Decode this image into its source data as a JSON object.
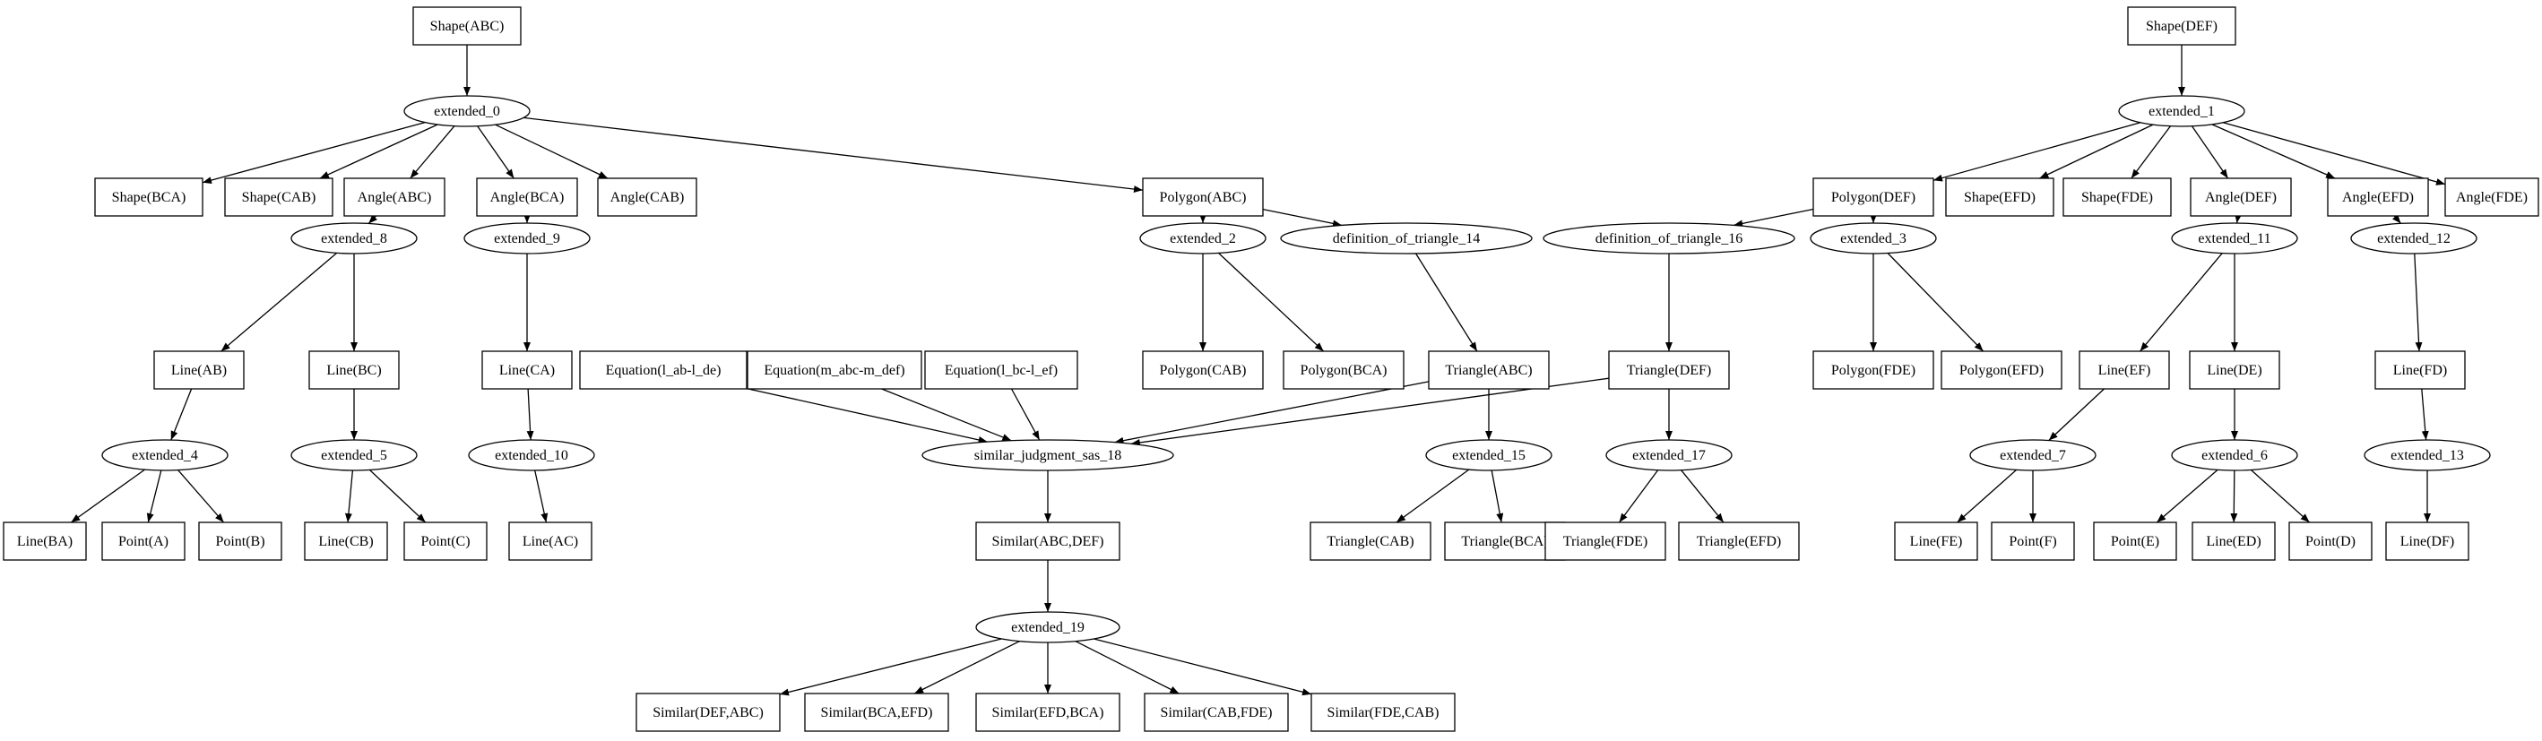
{
  "nodes": [
    {
      "id": "n0",
      "label": "Shape(ABC)",
      "kind": "box"
    },
    {
      "id": "n1",
      "label": "extended_0",
      "kind": "ellipse"
    },
    {
      "id": "n2",
      "label": "Shape(BCA)",
      "kind": "box"
    },
    {
      "id": "n3",
      "label": "Shape(CAB)",
      "kind": "box"
    },
    {
      "id": "n4",
      "label": "Angle(ABC)",
      "kind": "box"
    },
    {
      "id": "n5",
      "label": "Angle(BCA)",
      "kind": "box"
    },
    {
      "id": "n6",
      "label": "Angle(CAB)",
      "kind": "box"
    },
    {
      "id": "n7",
      "label": "Polygon(ABC)",
      "kind": "box"
    },
    {
      "id": "n8",
      "label": "extended_8",
      "kind": "ellipse"
    },
    {
      "id": "n9",
      "label": "extended_9",
      "kind": "ellipse"
    },
    {
      "id": "n10",
      "label": "extended_2",
      "kind": "ellipse"
    },
    {
      "id": "n11",
      "label": "definition_of_triangle_14",
      "kind": "ellipse"
    },
    {
      "id": "n12",
      "label": "Line(AB)",
      "kind": "box"
    },
    {
      "id": "n13",
      "label": "Line(BC)",
      "kind": "box"
    },
    {
      "id": "n14",
      "label": "Line(CA)",
      "kind": "box"
    },
    {
      "id": "n15",
      "label": "Equation(l_ab-l_de)",
      "kind": "box"
    },
    {
      "id": "n16",
      "label": "Equation(m_abc-m_def)",
      "kind": "box"
    },
    {
      "id": "n17",
      "label": "Equation(l_bc-l_ef)",
      "kind": "box"
    },
    {
      "id": "n18",
      "label": "Polygon(CAB)",
      "kind": "box"
    },
    {
      "id": "n19",
      "label": "Polygon(BCA)",
      "kind": "box"
    },
    {
      "id": "n20",
      "label": "Triangle(ABC)",
      "kind": "box"
    },
    {
      "id": "n21",
      "label": "extended_4",
      "kind": "ellipse"
    },
    {
      "id": "n22",
      "label": "extended_5",
      "kind": "ellipse"
    },
    {
      "id": "n23",
      "label": "extended_10",
      "kind": "ellipse"
    },
    {
      "id": "n24",
      "label": "similar_judgment_sas_18",
      "kind": "ellipse"
    },
    {
      "id": "n25",
      "label": "extended_15",
      "kind": "ellipse"
    },
    {
      "id": "n26",
      "label": "Line(BA)",
      "kind": "box"
    },
    {
      "id": "n27",
      "label": "Point(A)",
      "kind": "box"
    },
    {
      "id": "n28",
      "label": "Point(B)",
      "kind": "box"
    },
    {
      "id": "n29",
      "label": "Line(CB)",
      "kind": "box"
    },
    {
      "id": "n30",
      "label": "Point(C)",
      "kind": "box"
    },
    {
      "id": "n31",
      "label": "Line(AC)",
      "kind": "box"
    },
    {
      "id": "n32",
      "label": "Similar(ABC,DEF)",
      "kind": "box"
    },
    {
      "id": "n33",
      "label": "Triangle(CAB)",
      "kind": "box"
    },
    {
      "id": "n34",
      "label": "Triangle(BCA)",
      "kind": "box"
    },
    {
      "id": "n35",
      "label": "extended_19",
      "kind": "ellipse"
    },
    {
      "id": "n36",
      "label": "Similar(DEF,ABC)",
      "kind": "box"
    },
    {
      "id": "n37",
      "label": "Similar(BCA,EFD)",
      "kind": "box"
    },
    {
      "id": "n38",
      "label": "Similar(EFD,BCA)",
      "kind": "box"
    },
    {
      "id": "n39",
      "label": "Similar(CAB,FDE)",
      "kind": "box"
    },
    {
      "id": "n40",
      "label": "Similar(FDE,CAB)",
      "kind": "box"
    },
    {
      "id": "n41",
      "label": "Shape(DEF)",
      "kind": "box"
    },
    {
      "id": "n42",
      "label": "extended_1",
      "kind": "ellipse"
    },
    {
      "id": "n43",
      "label": "Polygon(DEF)",
      "kind": "box"
    },
    {
      "id": "n44",
      "label": "Shape(EFD)",
      "kind": "box"
    },
    {
      "id": "n45",
      "label": "Shape(FDE)",
      "kind": "box"
    },
    {
      "id": "n46",
      "label": "Angle(DEF)",
      "kind": "box"
    },
    {
      "id": "n47",
      "label": "Angle(EFD)",
      "kind": "box"
    },
    {
      "id": "n48",
      "label": "Angle(FDE)",
      "kind": "box"
    },
    {
      "id": "n49",
      "label": "definition_of_triangle_16",
      "kind": "ellipse"
    },
    {
      "id": "n50",
      "label": "extended_3",
      "kind": "ellipse"
    },
    {
      "id": "n51",
      "label": "extended_11",
      "kind": "ellipse"
    },
    {
      "id": "n52",
      "label": "extended_12",
      "kind": "ellipse"
    },
    {
      "id": "n53",
      "label": "Triangle(DEF)",
      "kind": "box"
    },
    {
      "id": "n54",
      "label": "Polygon(FDE)",
      "kind": "box"
    },
    {
      "id": "n55",
      "label": "Polygon(EFD)",
      "kind": "box"
    },
    {
      "id": "n56",
      "label": "Line(EF)",
      "kind": "box"
    },
    {
      "id": "n57",
      "label": "Line(DE)",
      "kind": "box"
    },
    {
      "id": "n58",
      "label": "Line(FD)",
      "kind": "box"
    },
    {
      "id": "n59",
      "label": "extended_17",
      "kind": "ellipse"
    },
    {
      "id": "n60",
      "label": "extended_7",
      "kind": "ellipse"
    },
    {
      "id": "n61",
      "label": "extended_6",
      "kind": "ellipse"
    },
    {
      "id": "n62",
      "label": "extended_13",
      "kind": "ellipse"
    },
    {
      "id": "n63",
      "label": "Triangle(FDE)",
      "kind": "box"
    },
    {
      "id": "n64",
      "label": "Triangle(EFD)",
      "kind": "box"
    },
    {
      "id": "n65",
      "label": "Line(FE)",
      "kind": "box"
    },
    {
      "id": "n66",
      "label": "Point(F)",
      "kind": "box"
    },
    {
      "id": "n67",
      "label": "Point(E)",
      "kind": "box"
    },
    {
      "id": "n68",
      "label": "Line(ED)",
      "kind": "box"
    },
    {
      "id": "n69",
      "label": "Point(D)",
      "kind": "box"
    },
    {
      "id": "n70",
      "label": "Line(DF)",
      "kind": "box"
    }
  ],
  "edges": [
    [
      "n0",
      "n1"
    ],
    [
      "n1",
      "n2"
    ],
    [
      "n1",
      "n3"
    ],
    [
      "n1",
      "n4"
    ],
    [
      "n1",
      "n5"
    ],
    [
      "n1",
      "n6"
    ],
    [
      "n1",
      "n7"
    ],
    [
      "n4",
      "n8"
    ],
    [
      "n5",
      "n9"
    ],
    [
      "n7",
      "n10"
    ],
    [
      "n7",
      "n11"
    ],
    [
      "n8",
      "n12"
    ],
    [
      "n8",
      "n13"
    ],
    [
      "n9",
      "n14"
    ],
    [
      "n10",
      "n18"
    ],
    [
      "n10",
      "n19"
    ],
    [
      "n11",
      "n20"
    ],
    [
      "n12",
      "n21"
    ],
    [
      "n13",
      "n22"
    ],
    [
      "n14",
      "n23"
    ],
    [
      "n15",
      "n24"
    ],
    [
      "n16",
      "n24"
    ],
    [
      "n17",
      "n24"
    ],
    [
      "n20",
      "n24"
    ],
    [
      "n53",
      "n24"
    ],
    [
      "n20",
      "n25"
    ],
    [
      "n21",
      "n26"
    ],
    [
      "n21",
      "n27"
    ],
    [
      "n21",
      "n28"
    ],
    [
      "n22",
      "n29"
    ],
    [
      "n22",
      "n30"
    ],
    [
      "n23",
      "n31"
    ],
    [
      "n24",
      "n32"
    ],
    [
      "n25",
      "n33"
    ],
    [
      "n25",
      "n34"
    ],
    [
      "n32",
      "n35"
    ],
    [
      "n35",
      "n36"
    ],
    [
      "n35",
      "n37"
    ],
    [
      "n35",
      "n38"
    ],
    [
      "n35",
      "n39"
    ],
    [
      "n35",
      "n40"
    ],
    [
      "n41",
      "n42"
    ],
    [
      "n42",
      "n43"
    ],
    [
      "n42",
      "n44"
    ],
    [
      "n42",
      "n45"
    ],
    [
      "n42",
      "n46"
    ],
    [
      "n42",
      "n47"
    ],
    [
      "n42",
      "n48"
    ],
    [
      "n43",
      "n49"
    ],
    [
      "n43",
      "n50"
    ],
    [
      "n46",
      "n51"
    ],
    [
      "n47",
      "n52"
    ],
    [
      "n49",
      "n53"
    ],
    [
      "n50",
      "n54"
    ],
    [
      "n50",
      "n55"
    ],
    [
      "n51",
      "n56"
    ],
    [
      "n51",
      "n57"
    ],
    [
      "n52",
      "n58"
    ],
    [
      "n53",
      "n59"
    ],
    [
      "n56",
      "n60"
    ],
    [
      "n57",
      "n61"
    ],
    [
      "n58",
      "n62"
    ],
    [
      "n59",
      "n63"
    ],
    [
      "n59",
      "n64"
    ],
    [
      "n60",
      "n65"
    ],
    [
      "n60",
      "n66"
    ],
    [
      "n61",
      "n67"
    ],
    [
      "n61",
      "n68"
    ],
    [
      "n61",
      "n69"
    ],
    [
      "n62",
      "n70"
    ]
  ],
  "style": {
    "line_color": "#000000",
    "node_fill": "#ffffff",
    "background": "#ffffff"
  }
}
